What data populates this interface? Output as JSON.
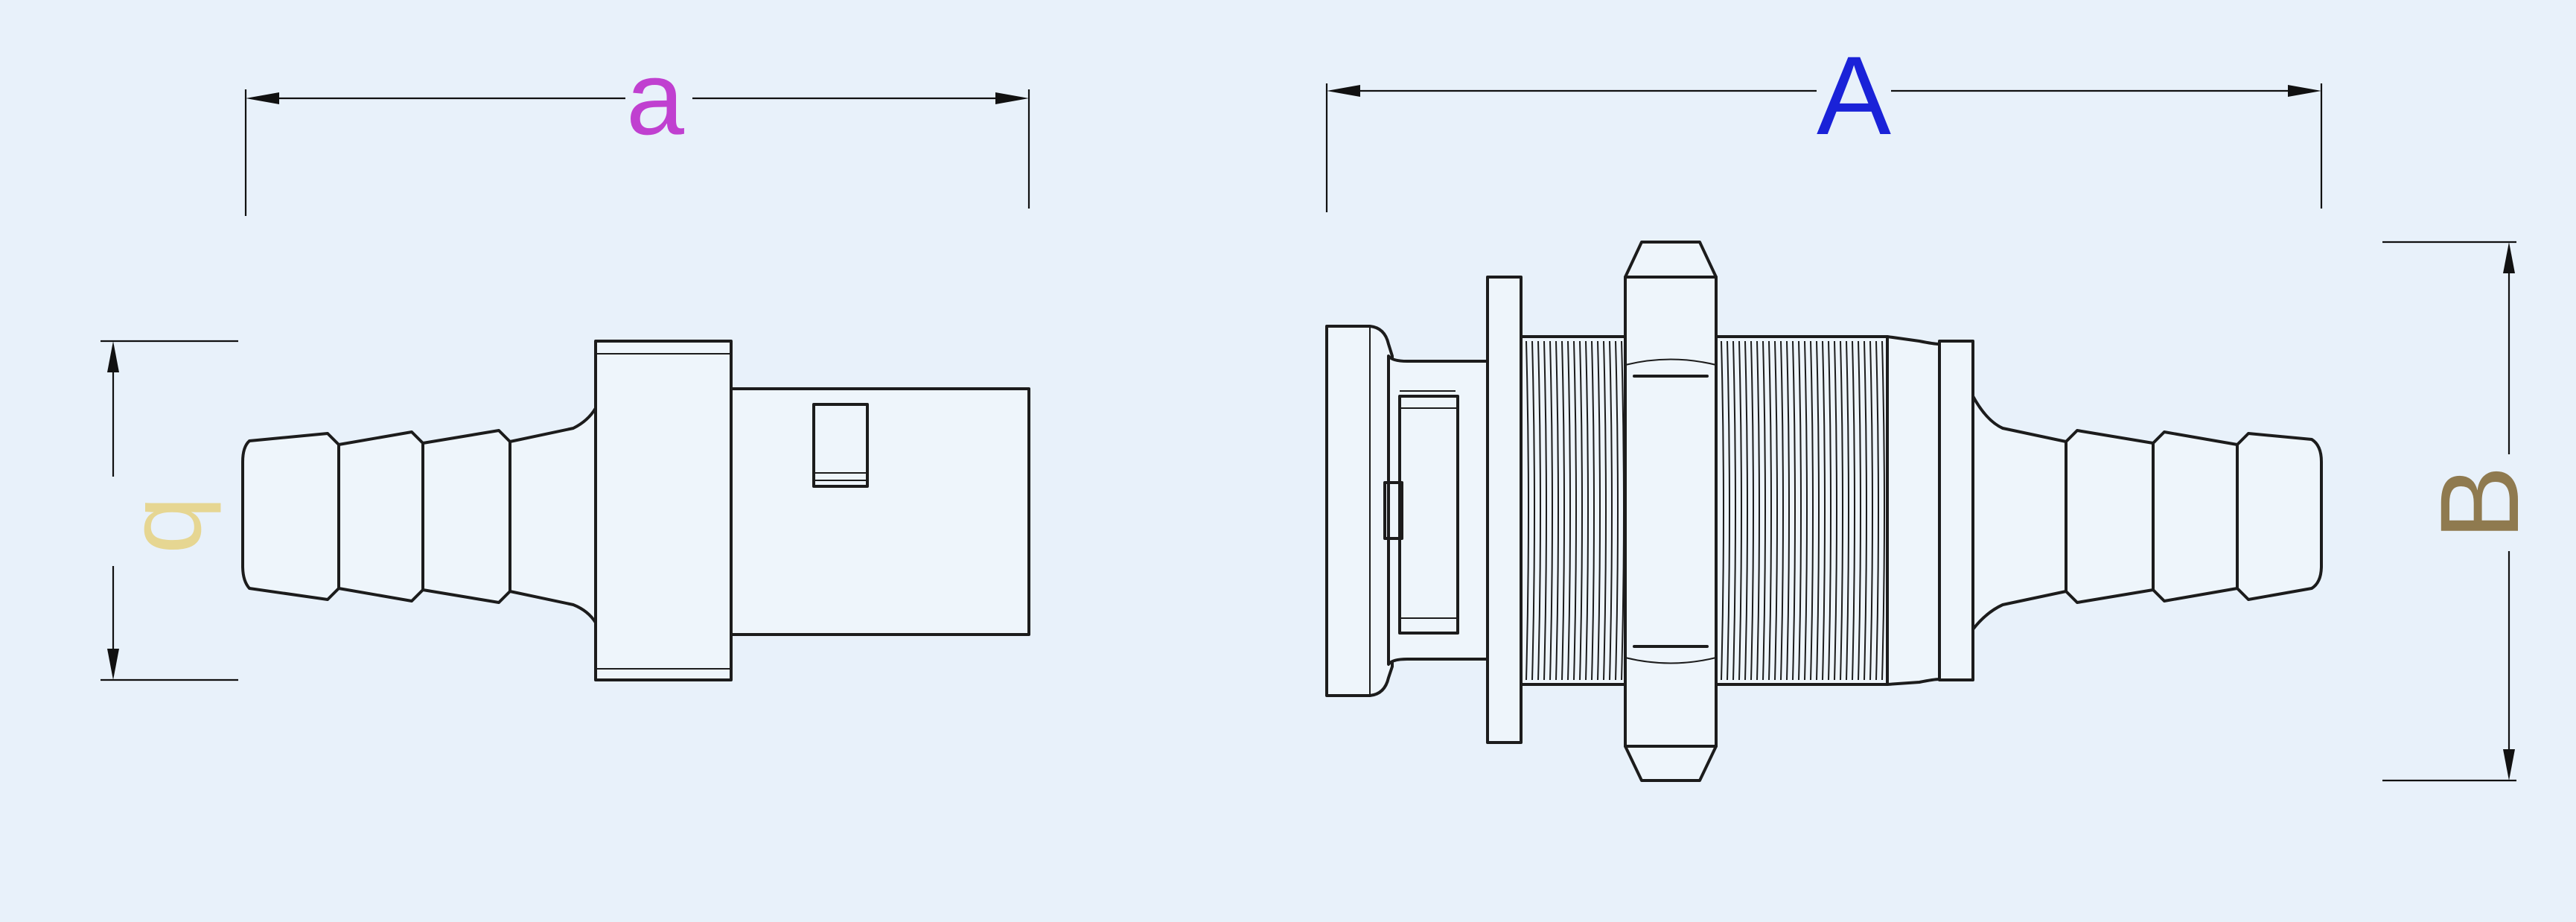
{
  "dimensions": {
    "a": {
      "label": "a",
      "color": "#c040d0"
    },
    "b": {
      "label": "b",
      "color": "#e6d692"
    },
    "A": {
      "label": "A",
      "color": "#1a22d8"
    },
    "B": {
      "label": "B",
      "color": "#8f7a4f"
    }
  },
  "colors": {
    "background": "#e8f1fa",
    "line": "#1c1c1c"
  }
}
